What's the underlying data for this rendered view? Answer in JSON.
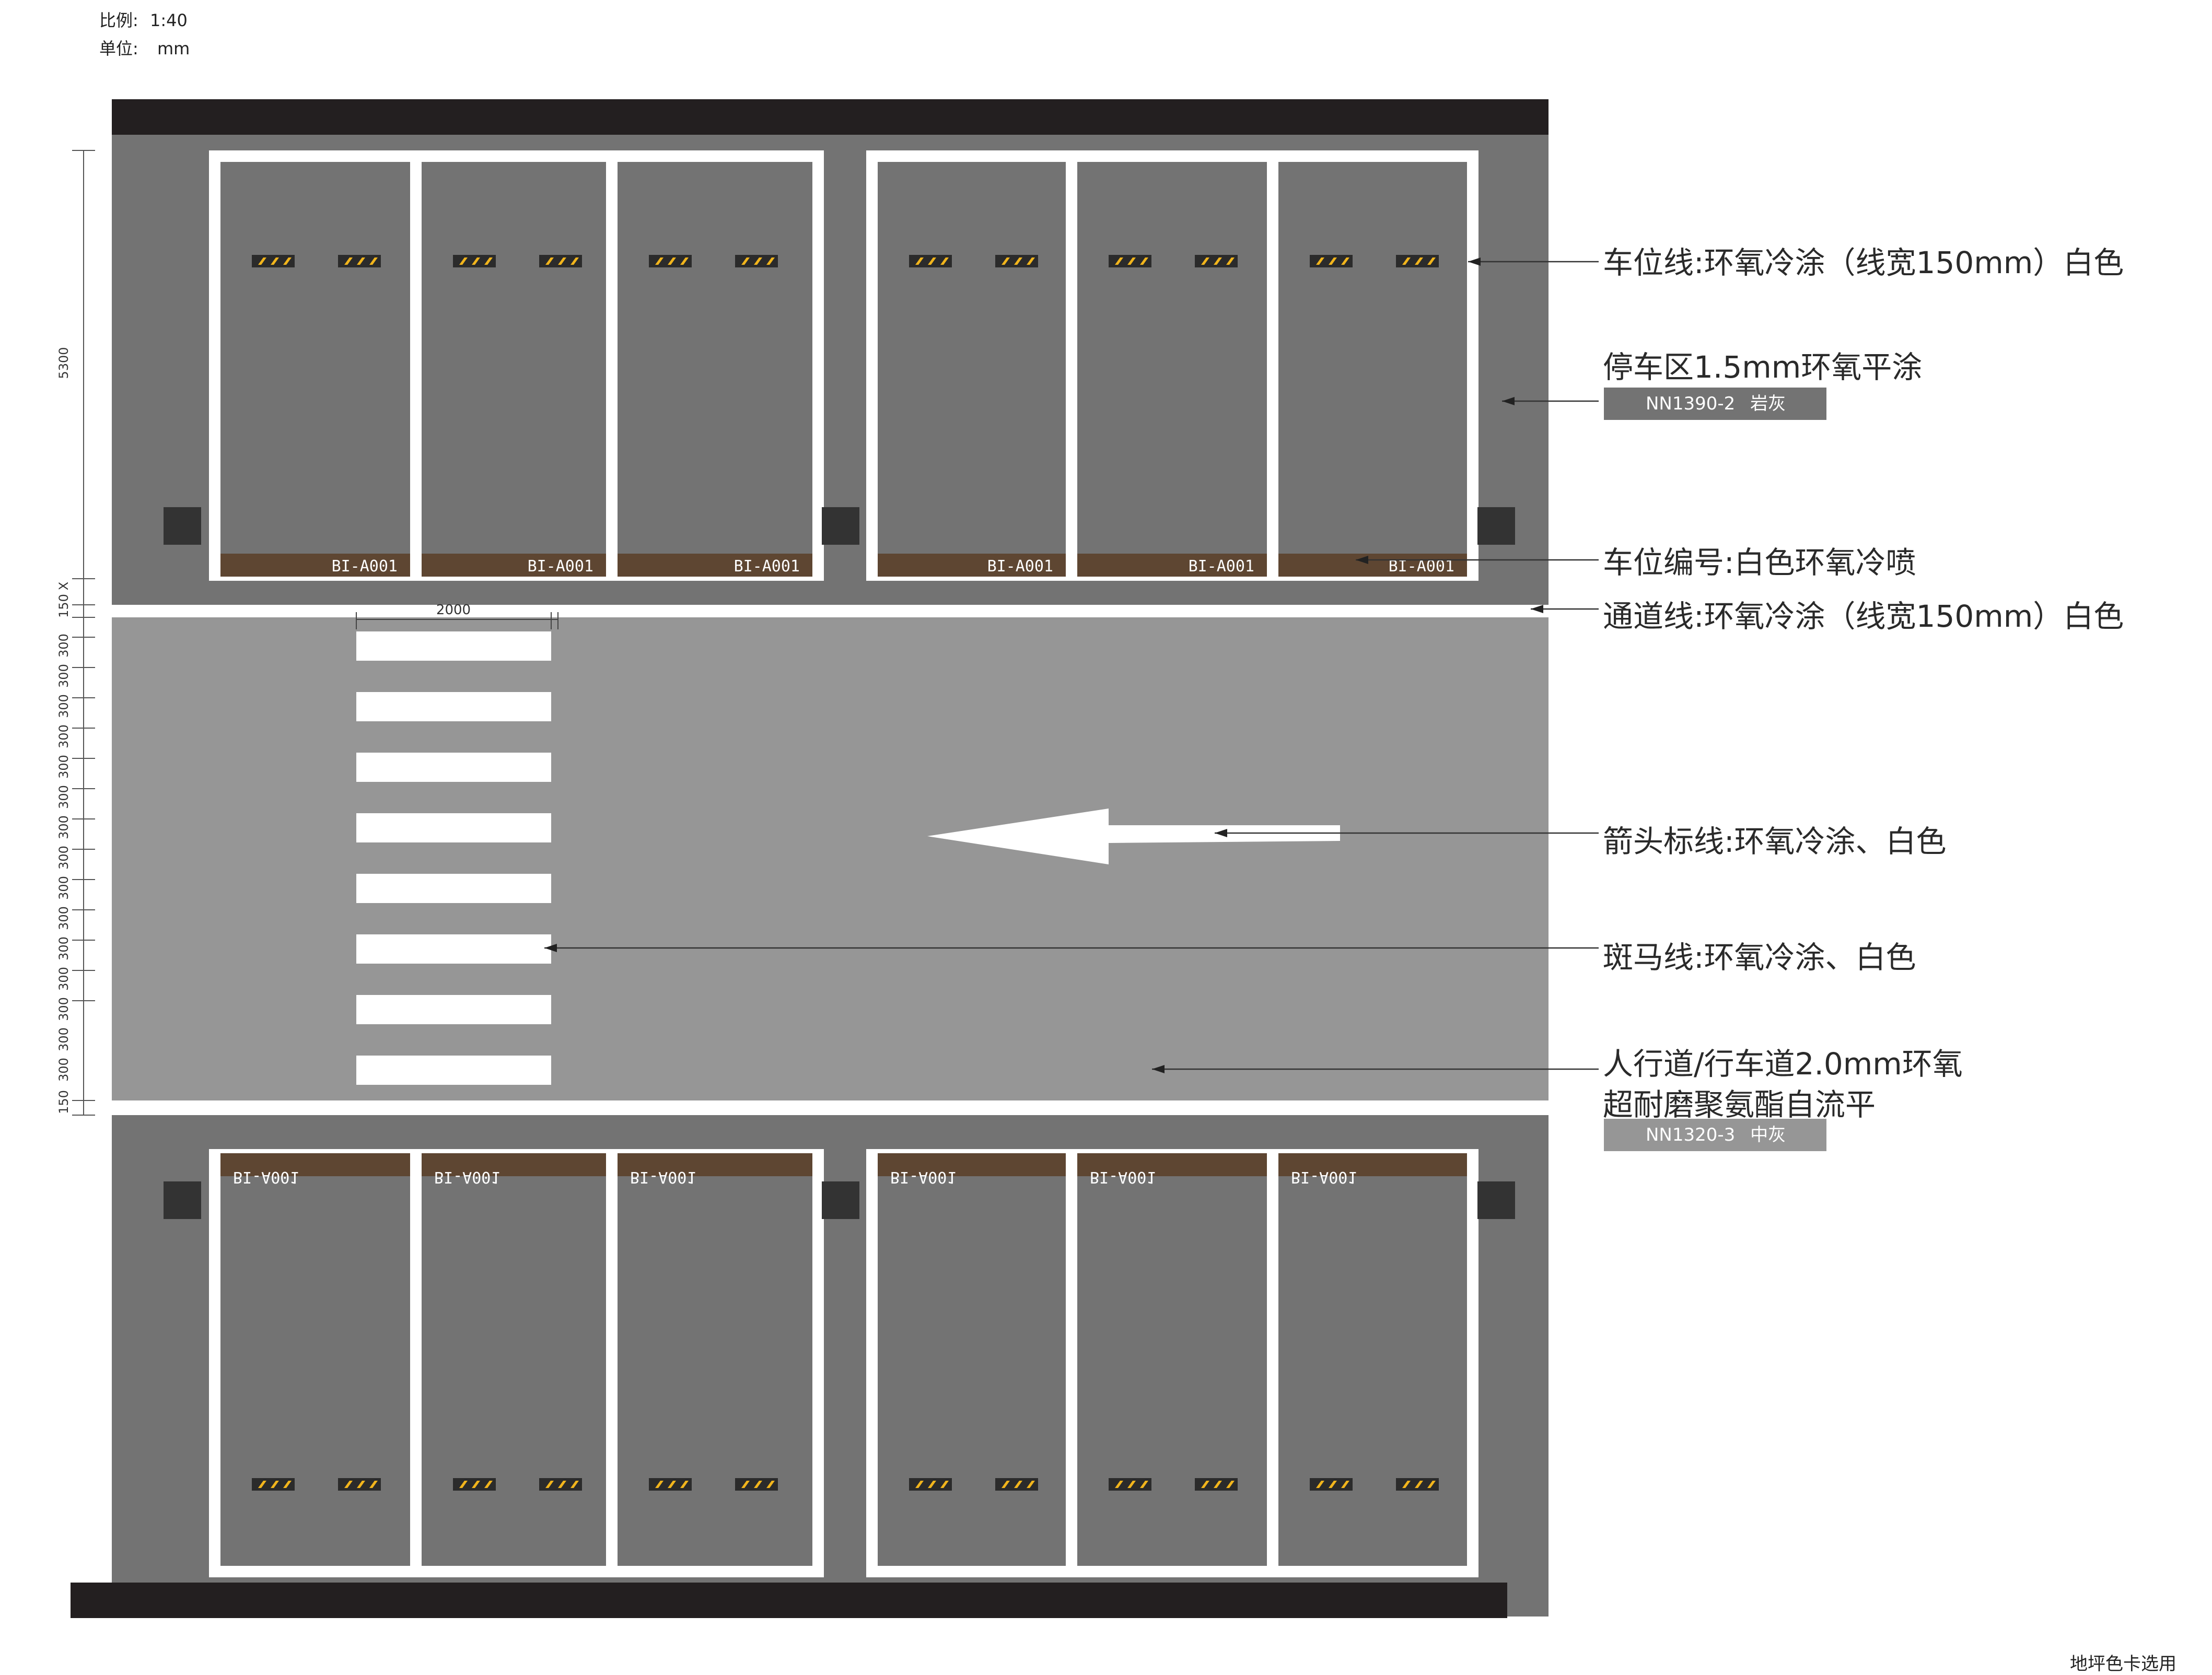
{
  "header": {
    "scale_label": "比例:",
    "scale_value": "1:40",
    "unit_label": "单位:",
    "unit_value": "mm"
  },
  "colors": {
    "parking_area": "#737373",
    "driveway": "#969696",
    "wall": "#231f20",
    "stall_line": "#ffffff",
    "number_band": "#5e4632",
    "column": "#333333",
    "swatch_rock_grey": "#737373",
    "swatch_mid_grey": "#969696",
    "wheel_stop": "#2b2b2b",
    "wheel_stop_stripe": "#f2b51c"
  },
  "stall_number": "BI-A001",
  "stall_number_flipped": "BI-A001",
  "dimensions": {
    "left_total": "5300",
    "left_x": "X",
    "edge_150": "150",
    "zebra_step": "300",
    "zebra_width": "2000"
  },
  "annotations": {
    "stall_line": "车位线:环氧冷涂（线宽150mm）白色",
    "parking_coating": "停车区1.5mm环氧平涂",
    "parking_swatch_code": "NN1390-2",
    "parking_swatch_name": "岩灰",
    "stall_number": "车位编号:白色环氧冷喷",
    "lane_line": "通道线:环氧冷涂（线宽150mm）白色",
    "arrow": "箭头标线:环氧冷涂、白色",
    "zebra": "斑马线:环氧冷涂、白色",
    "road_line1": "人行道/行车道2.0mm环氧",
    "road_line2": "超耐磨聚氨酯自流平",
    "road_swatch_code": "NN1320-3",
    "road_swatch_name": "中灰"
  },
  "footer": {
    "note": "地坪色卡选用"
  }
}
